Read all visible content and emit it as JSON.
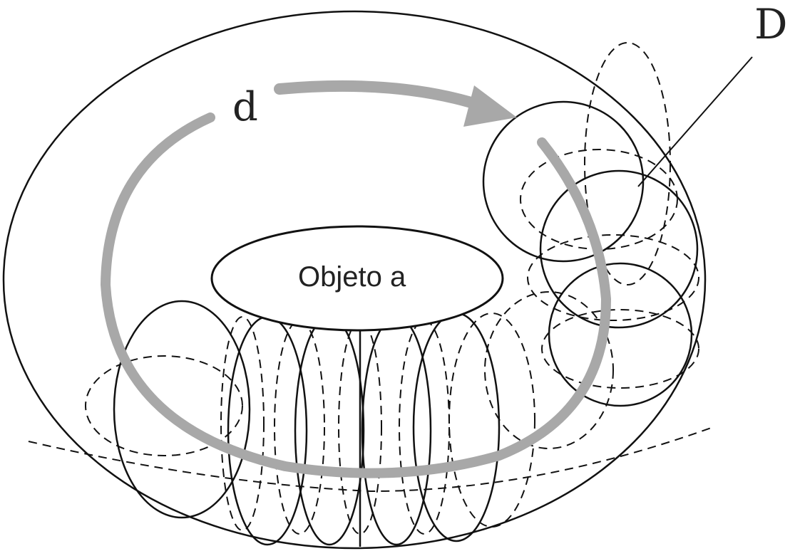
{
  "labels": {
    "outer_torus": "D",
    "path": "d",
    "hole": "Objeto a"
  },
  "colors": {
    "line": "#111111",
    "arrow": "#a8a8a8"
  }
}
